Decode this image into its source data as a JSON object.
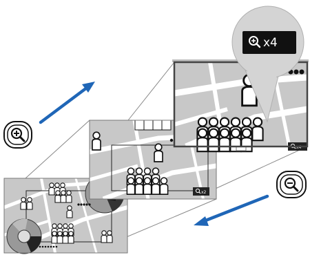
{
  "colors": {
    "arrow_blue": "#1f66b7",
    "panel_gray": "#c8c8c8",
    "panel_border": "#4a4a4a",
    "road": "#ffffff",
    "ink": "#111111",
    "badge_bg": "#222222"
  },
  "panels": [
    {
      "id": "zoom-1x",
      "zoom_label": ""
    },
    {
      "id": "zoom-2x",
      "zoom_label": "x2"
    },
    {
      "id": "zoom-4x",
      "zoom_label": "x4"
    }
  ],
  "callout": {
    "label": "x4",
    "icon": "zoom-in-icon"
  },
  "buttons": {
    "zoom_in": {
      "icon": "zoom-in-icon"
    },
    "zoom_out": {
      "icon": "zoom-out-icon"
    }
  },
  "arrows": [
    {
      "id": "zoom-in-arrow",
      "direction": "up-right"
    },
    {
      "id": "zoom-out-arrow",
      "direction": "down-left"
    }
  ]
}
